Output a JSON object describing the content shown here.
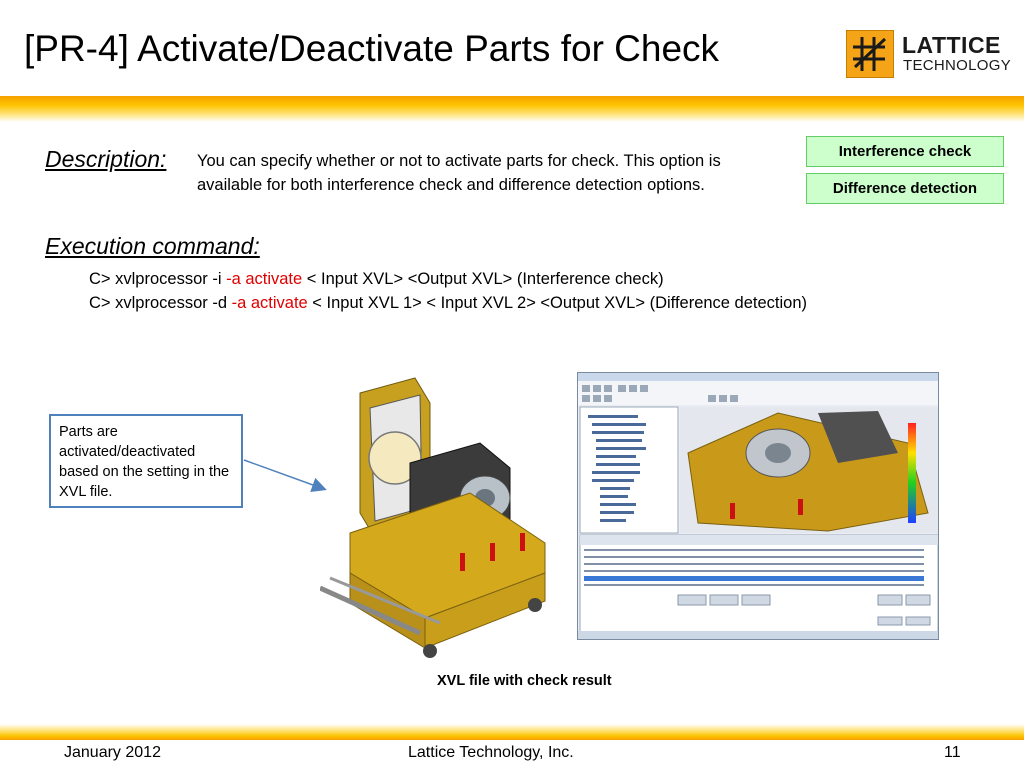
{
  "title": "[PR-4] Activate/Deactivate Parts for Check",
  "logo": {
    "line1": "LATTICE",
    "line2": "TECHNOLOGY"
  },
  "description": {
    "label": "Description:",
    "text": "You can specify whether or not to activate parts for check. This option is available for both interference check and difference detection options."
  },
  "tags": {
    "interference": "Interference check",
    "difference": "Difference detection"
  },
  "execution": {
    "label": "Execution command:",
    "cmd1": {
      "pre": "C> xvlprocessor -i ",
      "highlight": "-a activate",
      "post": " < Input XVL> <Output XVL> (Interference check)"
    },
    "cmd2": {
      "pre": "C> xvlprocessor -d ",
      "highlight": "-a activate",
      "post": " < Input XVL 1> < Input XVL 2> <Output XVL> (Difference detection)"
    }
  },
  "callout": "Parts are activated/deactivated based on the setting in the XVL file.",
  "caption": "XVL file with check result",
  "footer": {
    "date": "January 2012",
    "company": "Lattice Technology, Inc.",
    "page": "11"
  },
  "colors": {
    "accent_orange": "#f6a000",
    "tag_green": "#ccffcc",
    "highlight_red": "#e00000",
    "callout_blue": "#4f81bd"
  }
}
